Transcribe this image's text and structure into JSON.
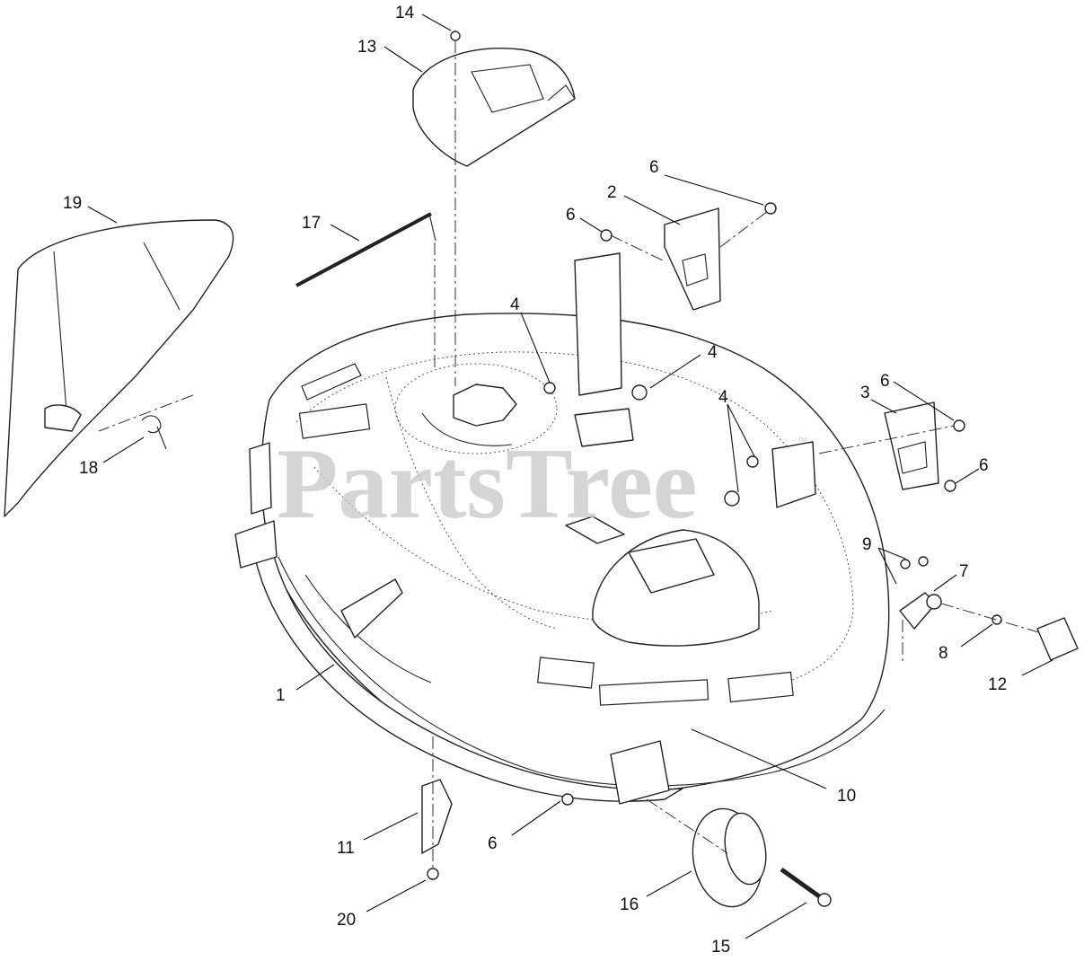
{
  "watermark": {
    "text": "PartsTree",
    "trademark": "™"
  },
  "callouts": [
    "14",
    "13",
    "19",
    "17",
    "6",
    "2",
    "6",
    "4",
    "4",
    "4",
    "3",
    "6",
    "6",
    "18",
    "9",
    "7",
    "8",
    "12",
    "1",
    "10",
    "6",
    "11",
    "16",
    "20",
    "15"
  ],
  "colors": {
    "line": "#222222",
    "background": "#ffffff",
    "watermark": "#c8c8c8"
  }
}
